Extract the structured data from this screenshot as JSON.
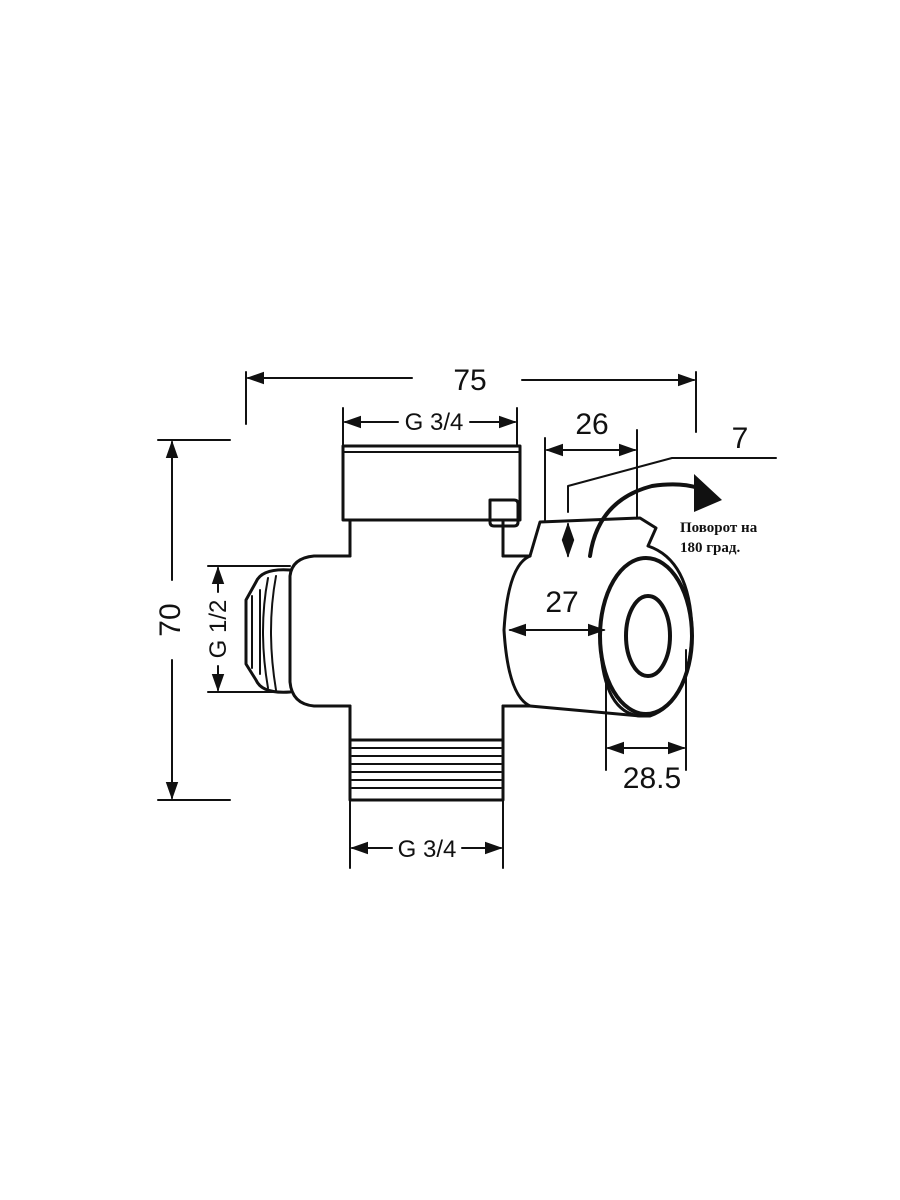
{
  "dimensions": {
    "width_total": "75",
    "height_total": "70",
    "top_thread": "G 3/4",
    "bottom_thread": "G 3/4",
    "side_thread": "G 1/2",
    "handle_width": "26",
    "handle_offset": "7",
    "body_depth": "27",
    "handle_depth": "28.5"
  },
  "annotation": {
    "rotation_line1": "Поворот  на",
    "rotation_line2": "180 град."
  }
}
